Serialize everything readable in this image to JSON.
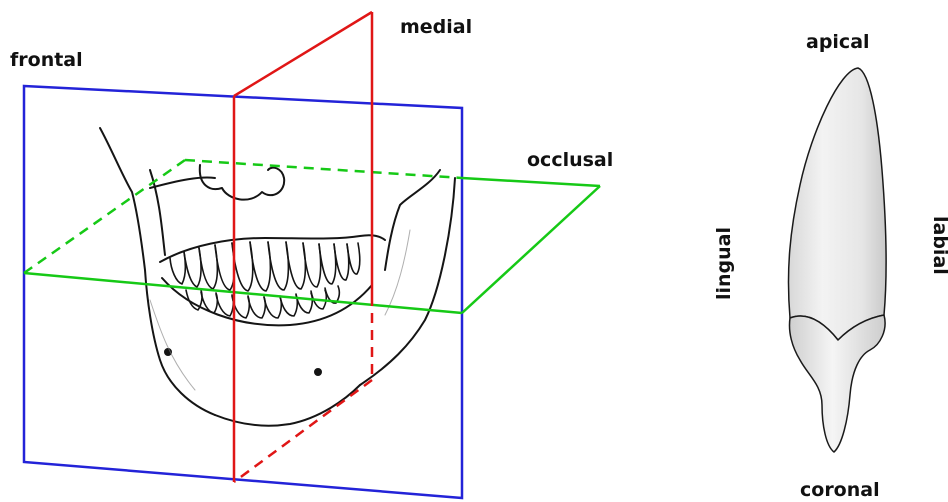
{
  "labels": {
    "frontal": "frontal",
    "medial": "medial",
    "occlusal": "occlusal",
    "apical": "apical",
    "lingual": "lingual",
    "labial": "labial",
    "coronal": "coronal"
  },
  "colors": {
    "frontal_plane": "#2323d8",
    "medial_plane": "#e01616",
    "occlusal_plane": "#16c916",
    "outline": "#151515",
    "tooth_fill": "#e9e9e9"
  }
}
